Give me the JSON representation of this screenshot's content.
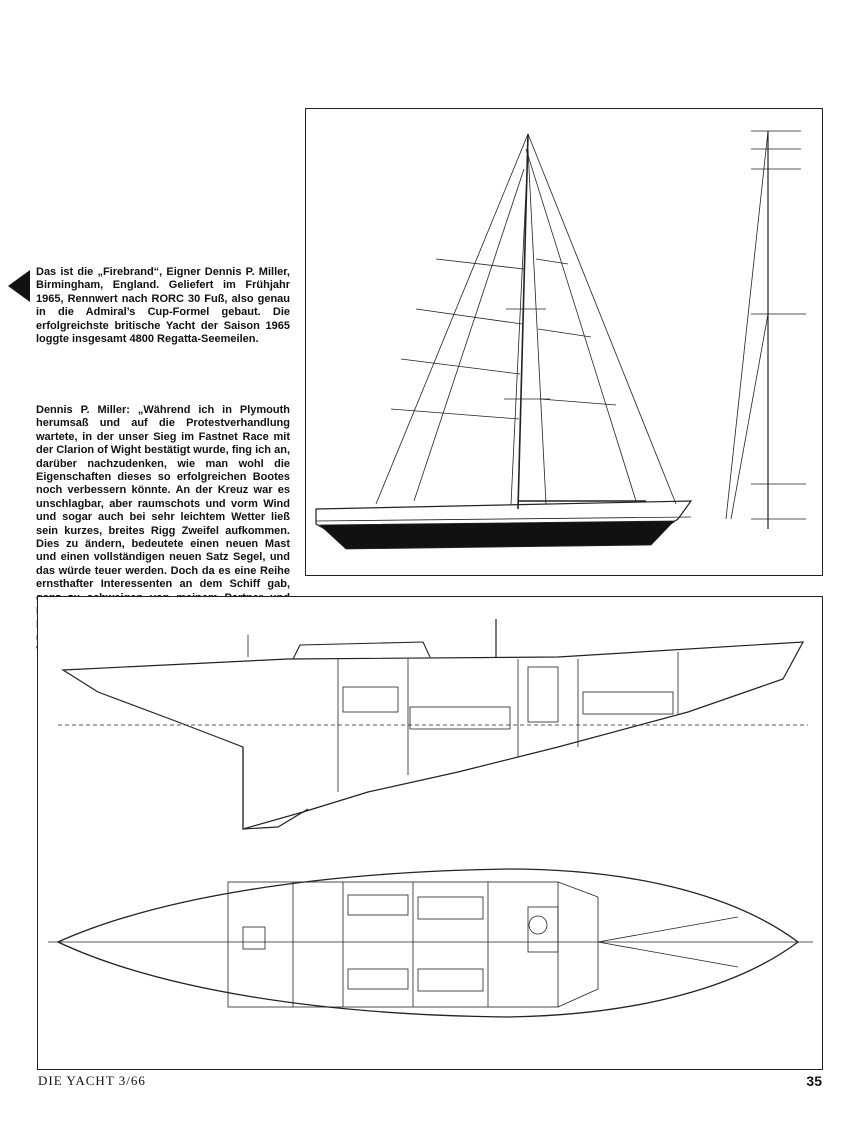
{
  "caption_1": "Das ist die „Firebrand“, Eigner Dennis P. Miller, Birmingham, England. Geliefert im Frühjahr 1965, Rennwert nach RORC 30 Fuß, also genau in die Admiral’s Cup-Formel gebaut. Die erfolgreichste britische Yacht der Saison 1965 loggte insgesamt 4800 Regatta-Seemeilen.",
  "caption_2": "Dennis P. Miller: „Während ich in Plymouth herumsaß und auf die Protestverhandlung wartete, in der unser Sieg im Fastnet Race mit der Clarion of Wight bestätigt wurde, fing ich an, darüber nachzudenken, wie man wohl die Eigenschaften dieses so erfolgreichen Bootes noch verbessern könnte. An der Kreuz war es unschlagbar, aber raumschots und vorm Wind und sogar auch bei sehr leichtem Wetter ließ sein kurzes, breites Rigg Zweifel aufkommen. Dies zu ändern, bedeutete einen neuen Mast und einen vollständigen neuen Satz Segel, und das würde teuer werden. Doch da es eine Reihe ernsthafter Interessenten an dem Schiff gab, ganz zu schweigen von meinem Partner und Freund Dereck Boyer, beschloß ich, neu zu bauen. Ich kabelte Olin Stephens entsprechend und fing an, die Einzelheiten und weitere Veränderungen auszuarbeiten.“",
  "footer_left": "DIE YACHT 3/66",
  "footer_right": "35"
}
